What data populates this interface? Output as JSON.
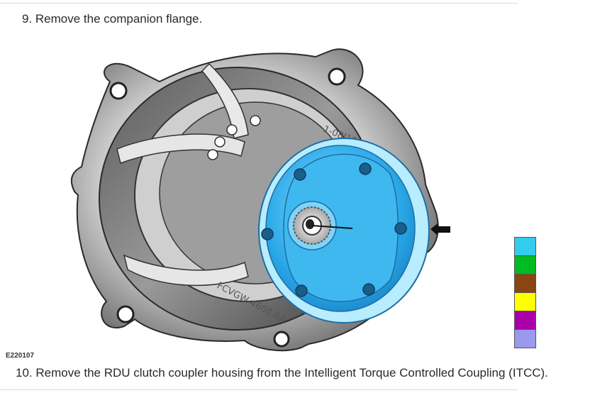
{
  "steps": {
    "step9": "9. Remove the companion flange.",
    "step10": "10. Remove the RDU clutch coupler housing from the Intelligent Torque Controlled Coupling (ITCC)."
  },
  "figure": {
    "id": "E220107",
    "casting_mark": "FCVGW-4600-BA",
    "casting_mark_2": "1-08J19"
  },
  "legend": {
    "colors": [
      "#33ccee",
      "#00bb22",
      "#8b4513",
      "#ffff00",
      "#aa00aa",
      "#9999ee"
    ]
  },
  "icons": {
    "arrow": "arrow-left-icon"
  }
}
